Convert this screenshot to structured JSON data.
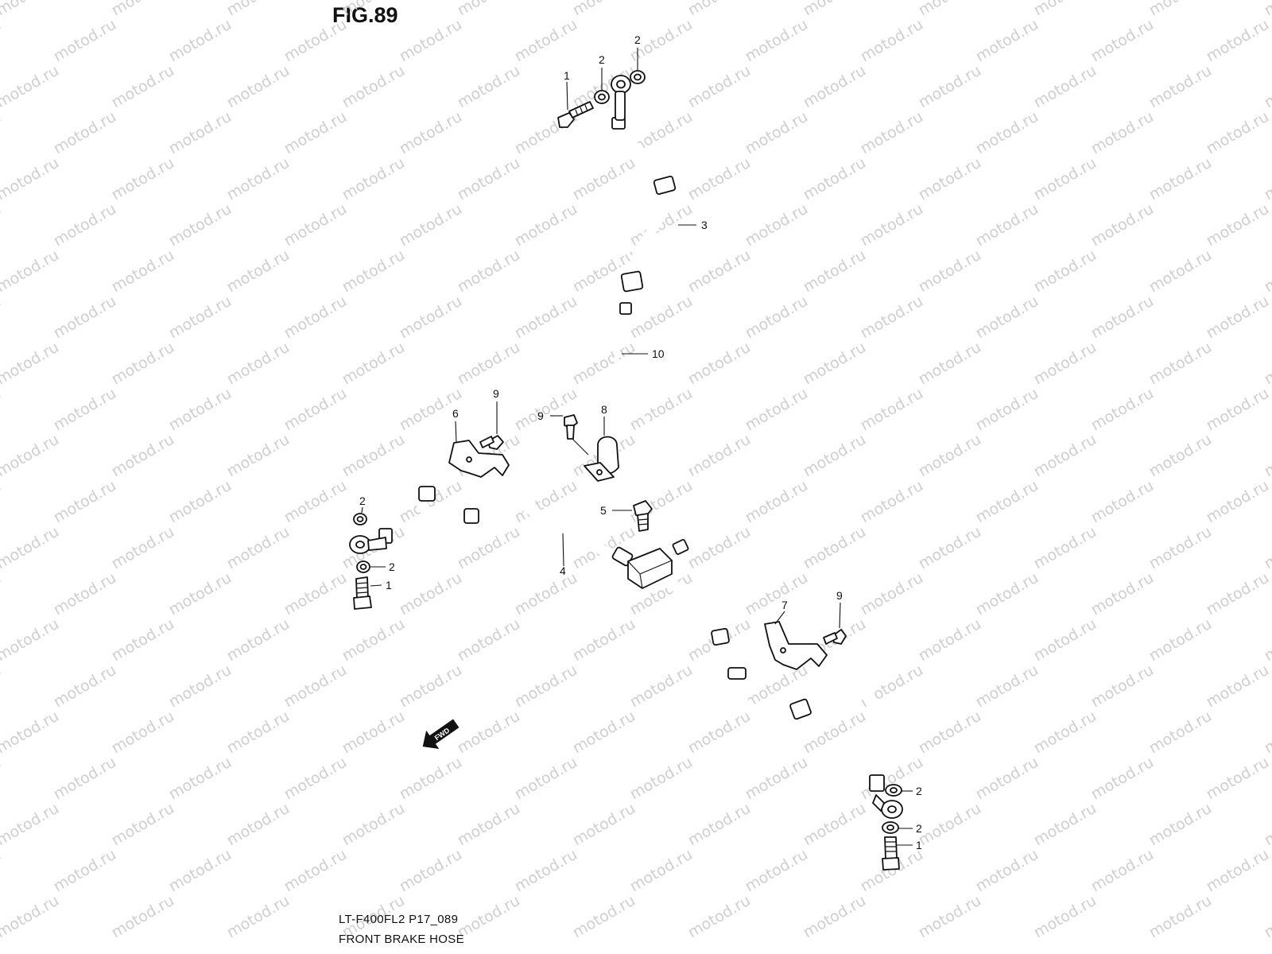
{
  "figure": {
    "title": "FIG.89",
    "model_code": "LT-F400FL2 P17_089",
    "name": "FRONT BRAKE HOSE"
  },
  "watermark": "motod.ru",
  "fwd_label": "FWD",
  "callouts": {
    "c1_top": "1",
    "c2_top_a": "2",
    "c2_top_b": "2",
    "c3": "3",
    "c10": "10",
    "c6": "6",
    "c9_a": "9",
    "c9_b": "9",
    "c8": "8",
    "c5": "5",
    "c4": "4",
    "c2_left_a": "2",
    "c2_left_b": "2",
    "c1_left": "1",
    "c7": "7",
    "c9_c": "9",
    "c2_right_a": "2",
    "c2_right_b": "2",
    "c1_right": "1"
  },
  "colors": {
    "line": "#111111",
    "watermark": "#cfcfcf",
    "background": "#ffffff"
  }
}
